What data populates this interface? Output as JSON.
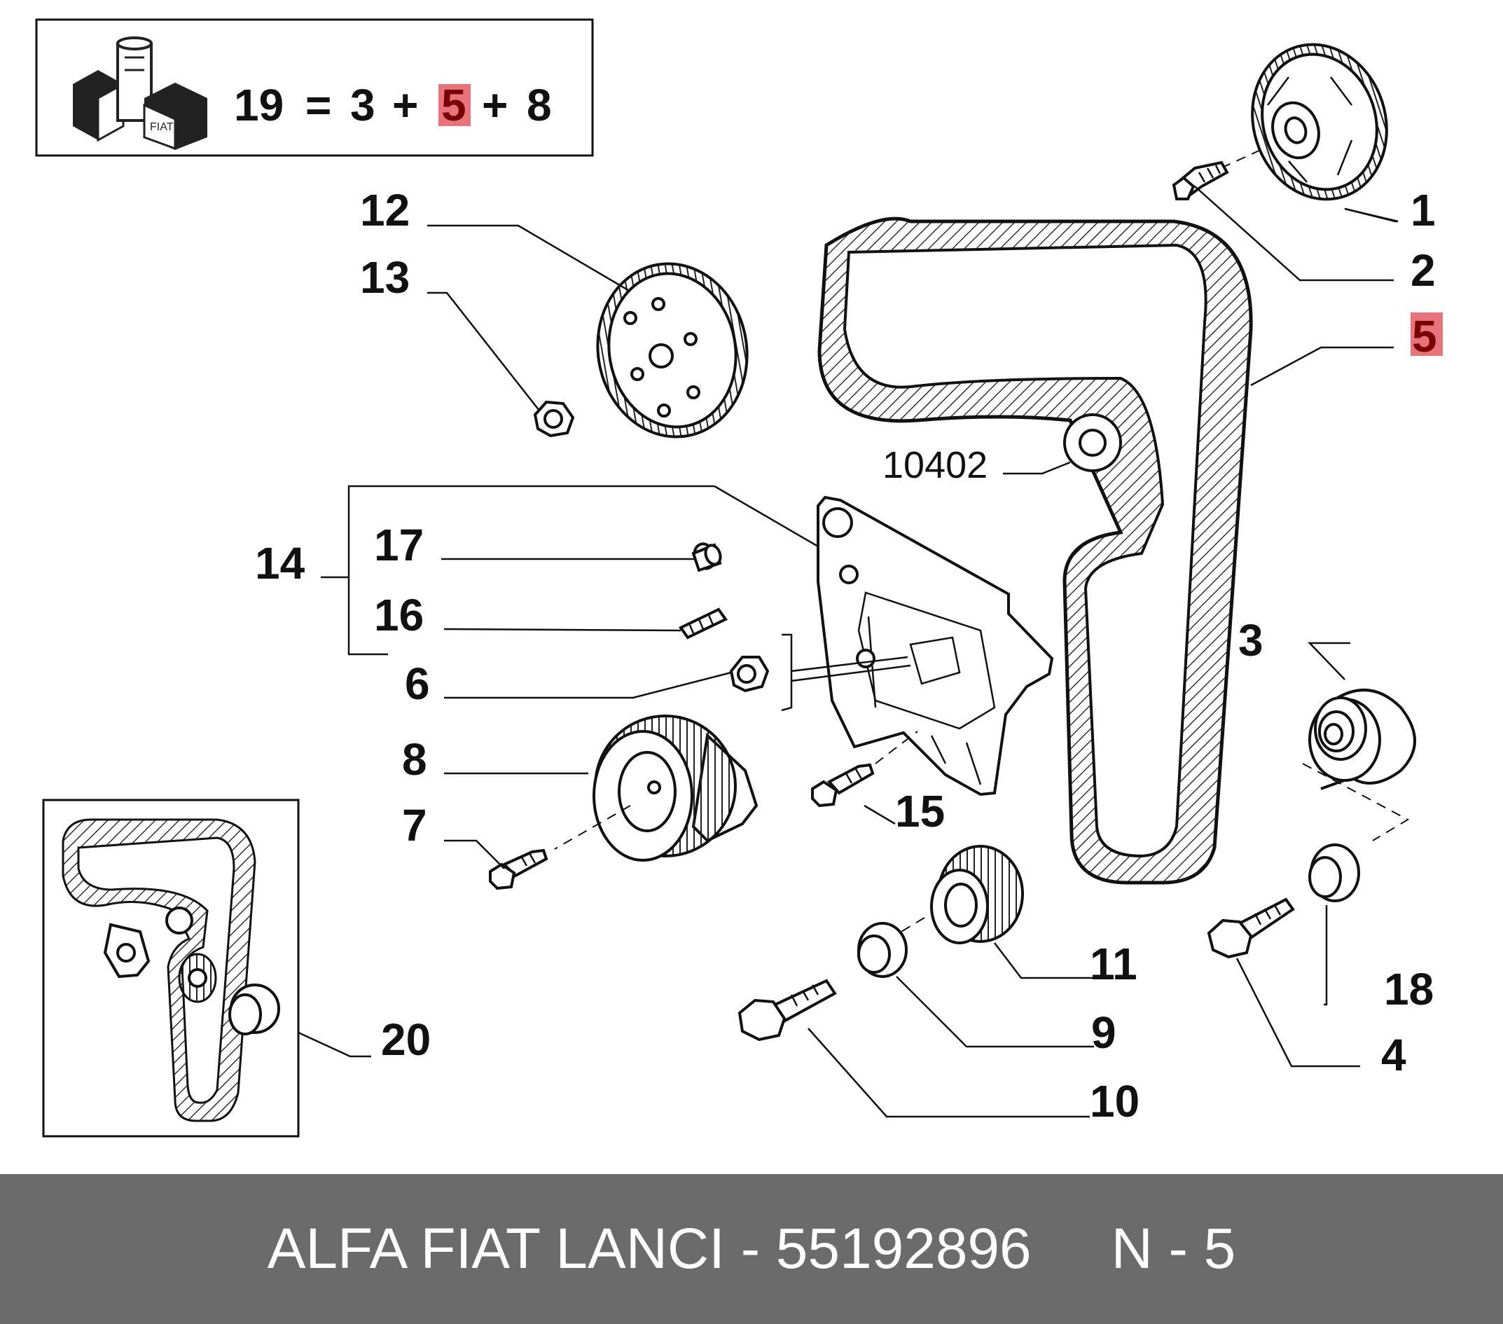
{
  "kit": {
    "formula_total": "19",
    "formula_eq": "=",
    "formula_a": "3",
    "formula_plus1": "+",
    "formula_b": "5",
    "formula_plus2": "+",
    "formula_c": "8",
    "icon_text_1": "FIAT",
    "icon_text_2": "FIAT",
    "highlight_color": "#e8737a"
  },
  "callouts": [
    {
      "id": "1",
      "text": "1"
    },
    {
      "id": "2",
      "text": "2"
    },
    {
      "id": "5",
      "text": "5",
      "highlight": true
    },
    {
      "id": "12",
      "text": "12"
    },
    {
      "id": "13",
      "text": "13"
    },
    {
      "id": "10402",
      "text": "10402"
    },
    {
      "id": "14",
      "text": "14"
    },
    {
      "id": "17",
      "text": "17"
    },
    {
      "id": "16",
      "text": "16"
    },
    {
      "id": "6",
      "text": "6"
    },
    {
      "id": "3",
      "text": "3"
    },
    {
      "id": "8",
      "text": "8"
    },
    {
      "id": "15",
      "text": "15"
    },
    {
      "id": "7",
      "text": "7"
    },
    {
      "id": "11",
      "text": "11"
    },
    {
      "id": "18",
      "text": "18"
    },
    {
      "id": "9",
      "text": "9"
    },
    {
      "id": "4",
      "text": "4"
    },
    {
      "id": "20",
      "text": "20"
    },
    {
      "id": "10",
      "text": "10"
    }
  ],
  "footer": {
    "brand": "ALFA FIAT LANCI",
    "separator": " - ",
    "part_number": "55192896",
    "spacer": "     ",
    "ref": "N - 5",
    "bar_color": "#6b6b6b"
  }
}
